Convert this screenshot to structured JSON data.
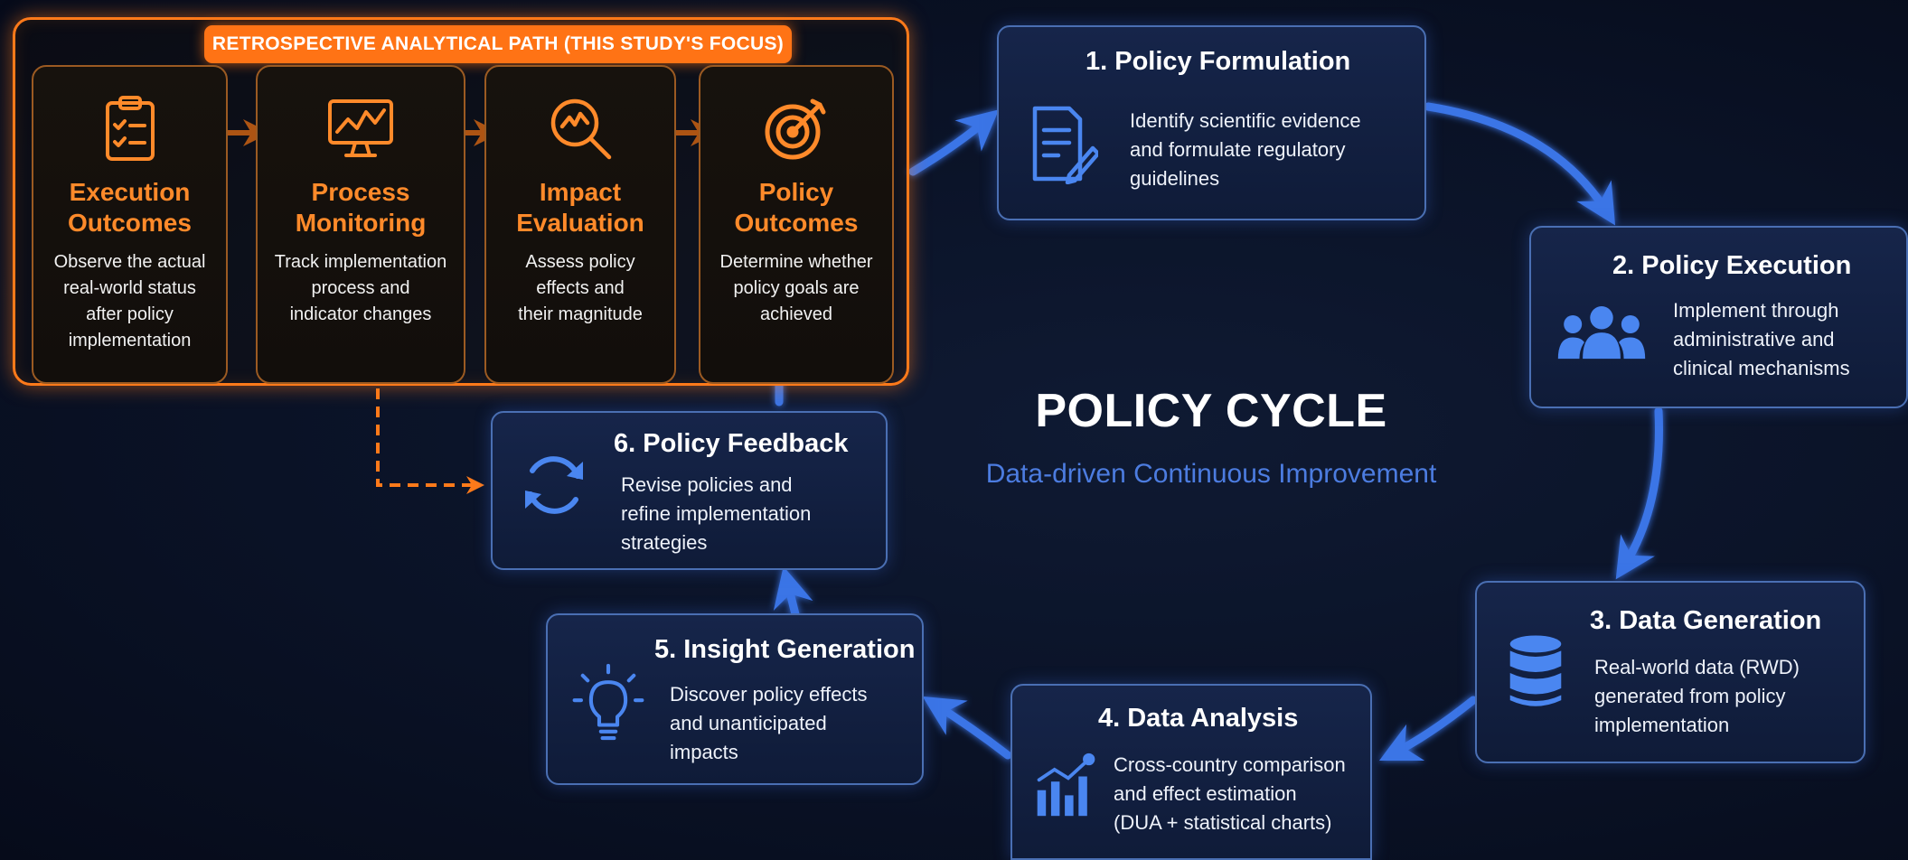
{
  "retrospective": {
    "banner": "RETROSPECTIVE ANALYTICAL PATH (THIS STUDY'S FOCUS)",
    "steps": [
      {
        "title_line1": "Execution",
        "title_line2": "Outcomes",
        "desc": [
          "Observe the actual",
          "real-world status",
          "after policy",
          "implementation"
        ],
        "icon": "clipboard-checklist-icon"
      },
      {
        "title_line1": "Process",
        "title_line2": "Monitoring",
        "desc": [
          "Track implementation",
          "process and",
          "indicator changes"
        ],
        "icon": "monitor-chart-icon"
      },
      {
        "title_line1": "Impact",
        "title_line2": "Evaluation",
        "desc": [
          "Assess policy",
          "effects and",
          "their magnitude"
        ],
        "icon": "magnifier-chart-icon"
      },
      {
        "title_line1": "Policy",
        "title_line2": "Outcomes",
        "desc": [
          "Determine whether",
          "policy goals are",
          "achieved"
        ],
        "icon": "target-arrow-icon"
      }
    ]
  },
  "center": {
    "title": "POLICY CYCLE",
    "subtitle": "Data-driven Continuous Improvement"
  },
  "stages": [
    {
      "title": "1. Policy Formulation",
      "desc": [
        "Identify scientific evidence",
        "and formulate regulatory",
        "guidelines"
      ],
      "icon": "document-pen-icon"
    },
    {
      "title": "2. Policy Execution",
      "desc": [
        "Implement through",
        "administrative and",
        "clinical mechanisms"
      ],
      "icon": "people-group-icon"
    },
    {
      "title": "3. Data Generation",
      "desc": [
        "Real-world data (RWD)",
        "generated from policy",
        "implementation"
      ],
      "icon": "database-icon"
    },
    {
      "title": "4. Data Analysis",
      "desc": [
        "Cross-country comparison",
        "and effect estimation",
        "(DUA + statistical charts)"
      ],
      "icon": "bar-chart-trend-icon"
    },
    {
      "title": "5. Insight Generation",
      "desc": [
        "Discover policy effects",
        "and unanticipated",
        "impacts"
      ],
      "icon": "lightbulb-icon"
    },
    {
      "title": "6. Policy Feedback",
      "desc": [
        "Revise policies and",
        "refine implementation",
        "strategies"
      ],
      "icon": "refresh-cycle-icon"
    }
  ],
  "colors": {
    "accent_orange": "#ff7a1a",
    "accent_blue": "#3b74e6",
    "subtitle_blue": "#4c7ce0",
    "background": "#0a1226"
  }
}
